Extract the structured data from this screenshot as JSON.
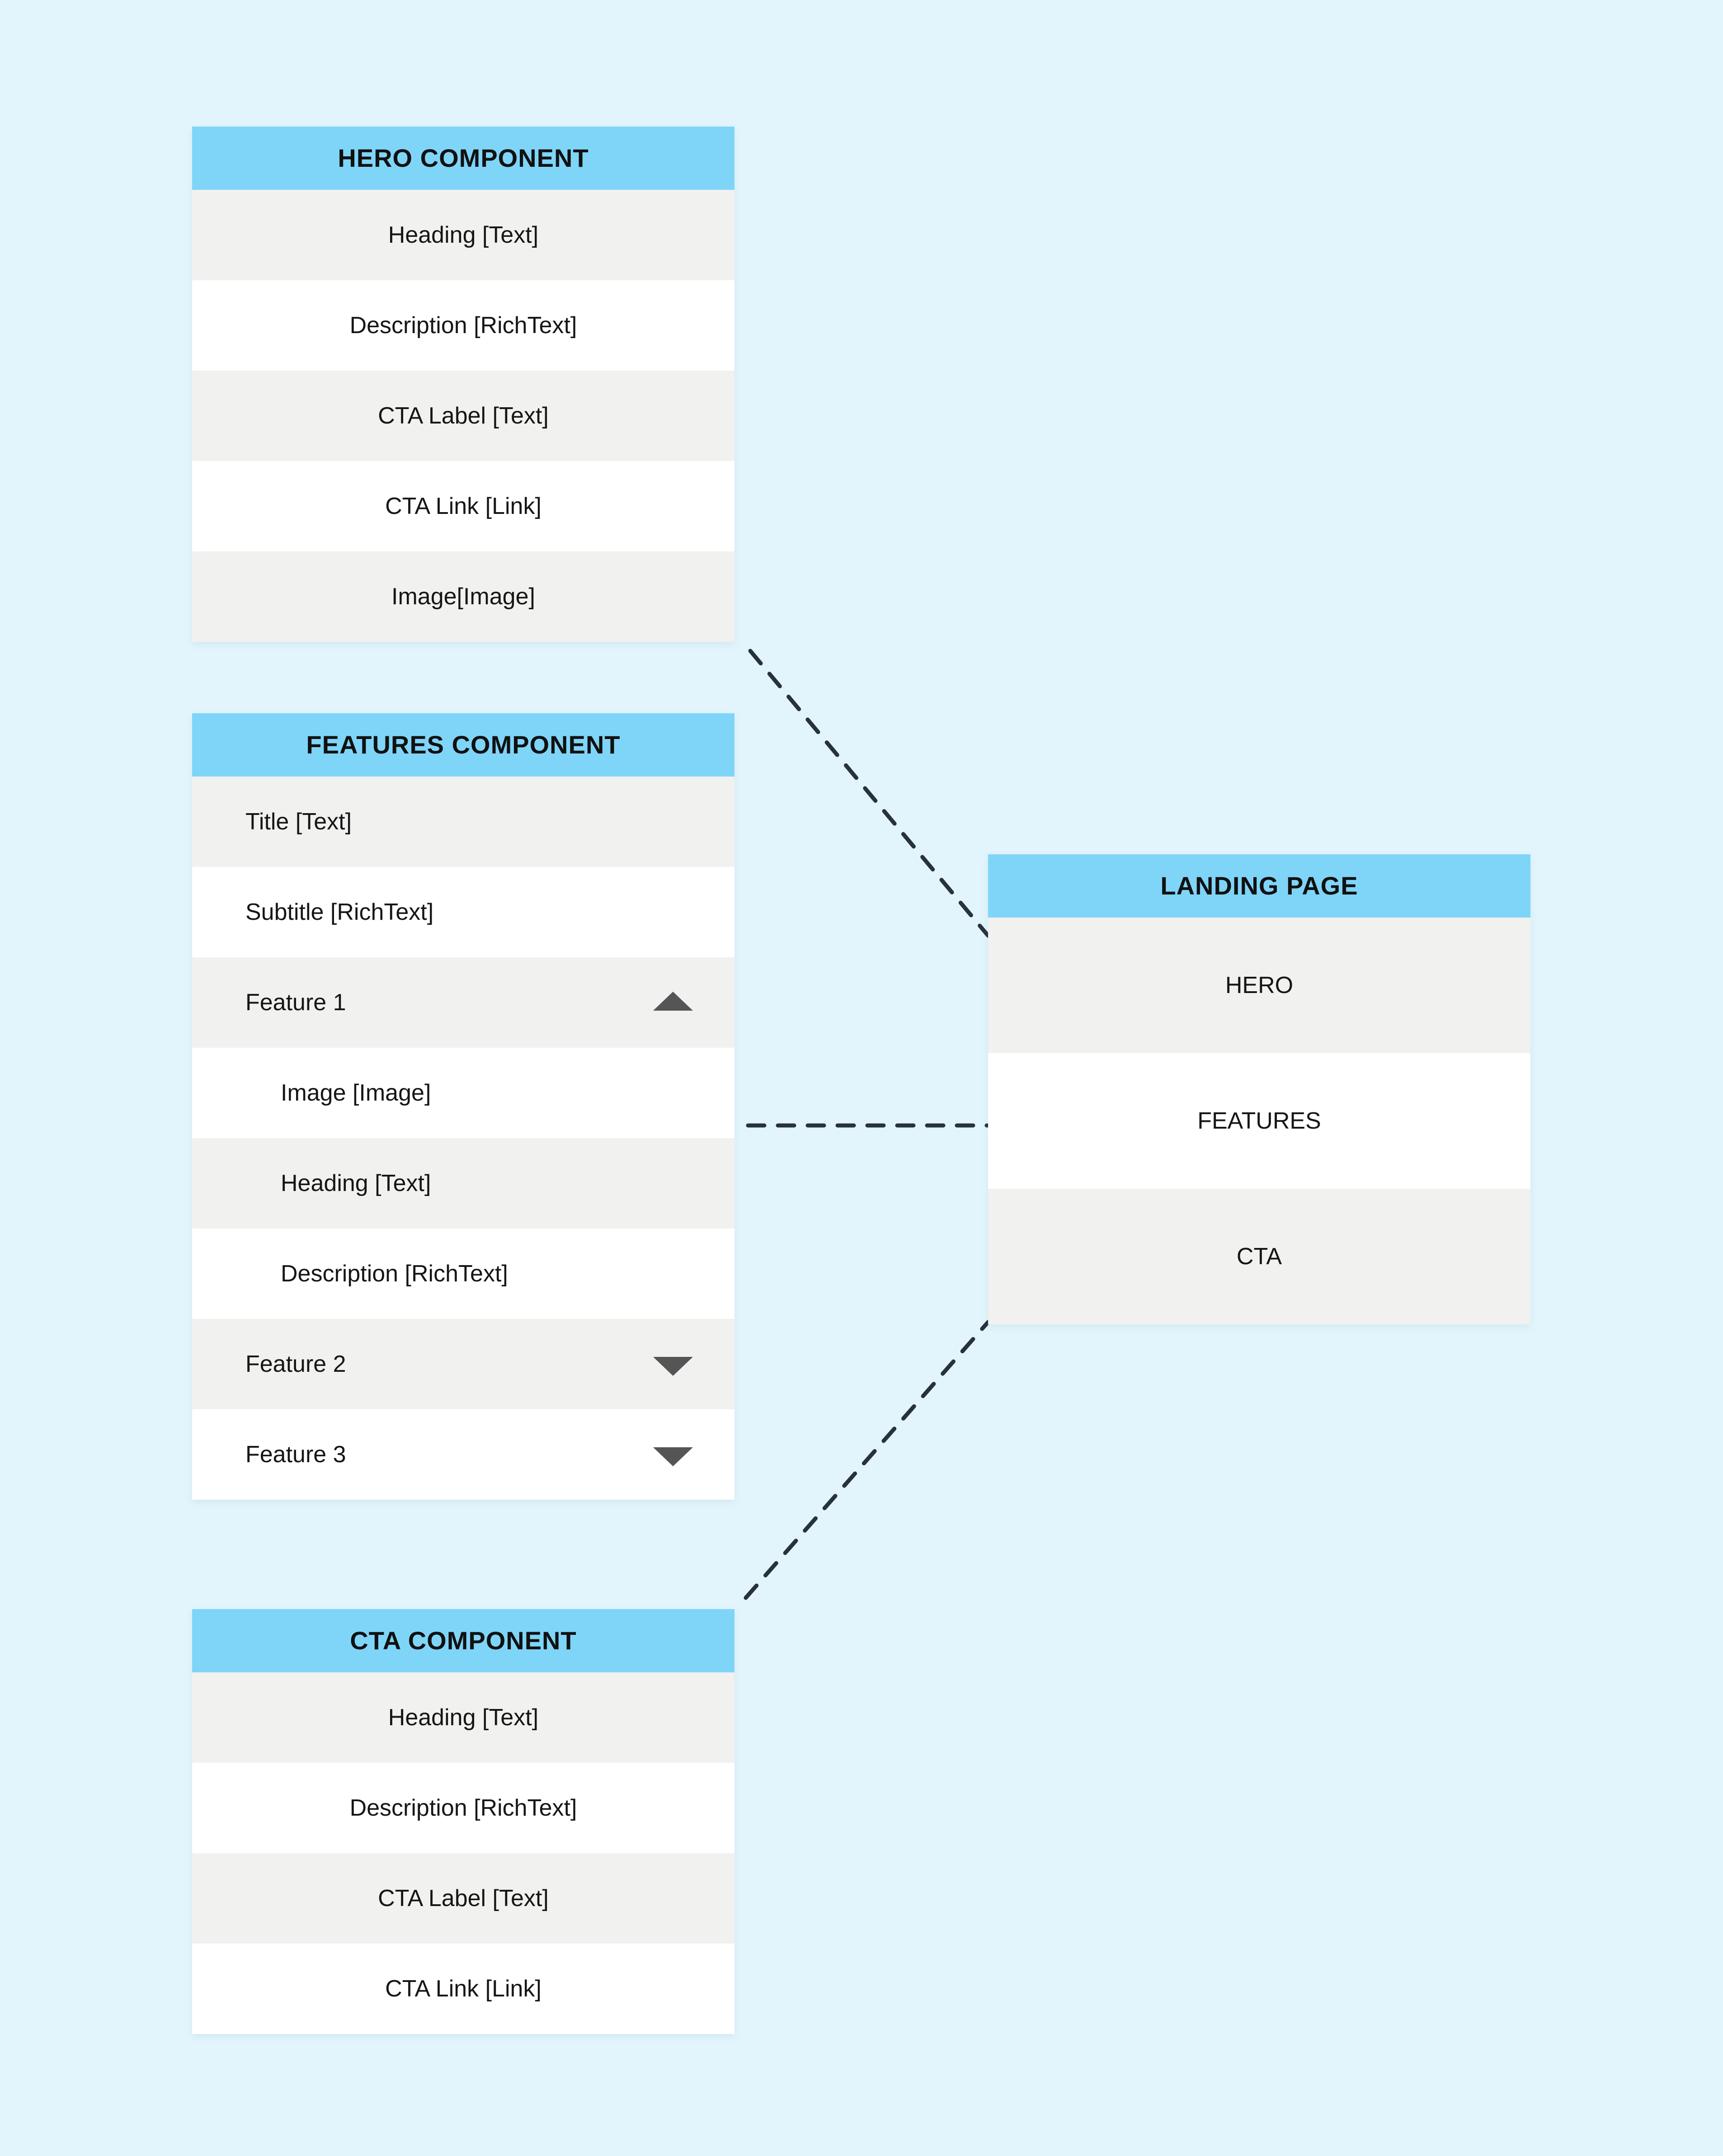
{
  "canvas": {
    "background_color": "#e3f5fc",
    "header_color": "#7fd5f8",
    "row_alt_color": "#f1f1f0",
    "row_plain_color": "#ffffff",
    "connector_color": "#28323c",
    "caret_color": "#555555"
  },
  "cards": {
    "hero": {
      "title": "HERO COMPONENT",
      "rows": [
        {
          "label": "Heading [Text]"
        },
        {
          "label": "Description [RichText]"
        },
        {
          "label": "CTA Label [Text]"
        },
        {
          "label": "CTA Link [Link]"
        },
        {
          "label": "Image[Image]"
        }
      ]
    },
    "features": {
      "title": "FEATURES COMPONENT",
      "rows": [
        {
          "label": "Title [Text]"
        },
        {
          "label": "Subtitle [RichText]"
        },
        {
          "label": "Feature 1",
          "caret": "up"
        },
        {
          "label": "Image [Image]"
        },
        {
          "label": "Heading [Text]"
        },
        {
          "label": "Description [RichText]"
        },
        {
          "label": "Feature 2",
          "caret": "down"
        },
        {
          "label": "Feature 3",
          "caret": "down"
        }
      ]
    },
    "cta": {
      "title": "CTA COMPONENT",
      "rows": [
        {
          "label": "Heading [Text]"
        },
        {
          "label": "Description [RichText]"
        },
        {
          "label": "CTA Label [Text]"
        },
        {
          "label": "CTA Link [Link]"
        }
      ]
    },
    "landing": {
      "title": "LANDING PAGE",
      "rows": [
        {
          "label": "HERO"
        },
        {
          "label": "FEATURES"
        },
        {
          "label": "CTA"
        }
      ]
    }
  },
  "connectors": [
    {
      "name": "hero-to-landing",
      "from": "hero",
      "to": "landing"
    },
    {
      "name": "features-to-landing",
      "from": "features",
      "to": "landing"
    },
    {
      "name": "cta-to-landing",
      "from": "cta",
      "to": "landing"
    }
  ]
}
